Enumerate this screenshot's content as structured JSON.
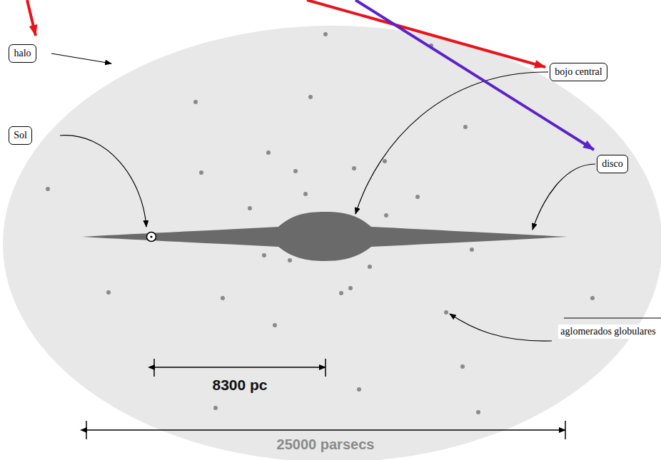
{
  "diagram": {
    "nodes": [
      {
        "text": [
          "halo"
        ]
      },
      {
        "text": [
          "Sol"
        ]
      },
      {
        "text": [
          "bojo central"
        ]
      },
      {
        "text": [
          "disco"
        ]
      }
    ],
    "labels": [
      "aglomerados globulares",
      "8300 pc",
      "25000 parsecs"
    ]
  }
}
